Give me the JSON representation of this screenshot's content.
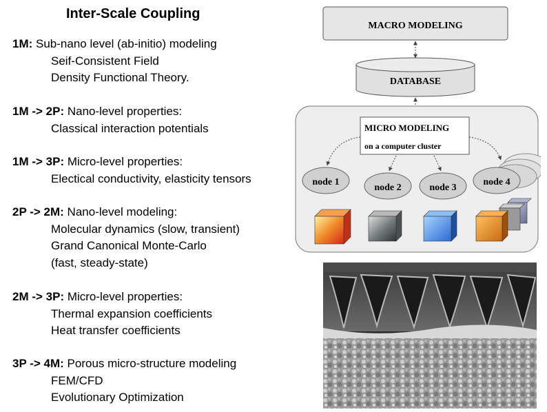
{
  "title": "Inter-Scale Coupling",
  "sections": [
    {
      "key": "1M:",
      "text": " Sub-nano level (ab-initio) modeling",
      "items": [
        "Seif-Consistent Field",
        "Density Functional Theory."
      ]
    },
    {
      "key": "1M -> 2P:",
      "text": " Nano-level properties:",
      "items": [
        "Classical interaction potentials"
      ]
    },
    {
      "key": "1M -> 3P:",
      "text": " Micro-level properties:",
      "items": [
        "Electical conductivity, elasticity tensors"
      ]
    },
    {
      "key": "2P -> 2M:",
      "text": " Nano-level modeling:",
      "items": [
        "Molecular dynamics (slow, transient)",
        "Grand Canonical Monte-Carlo",
        "(fast, steady-state)"
      ]
    },
    {
      "key": "2M -> 3P:",
      "text": " Micro-level properties:",
      "items": [
        "Thermal expansion coefficients",
        "Heat transfer coefficients"
      ]
    },
    {
      "key": "3P -> 4M:",
      "text": " Porous micro-structure modeling",
      "items": [
        "FEM/CFD",
        "Evolutionary Optimization"
      ]
    }
  ],
  "diagram": {
    "macro": "MACRO MODELING",
    "database": "DATABASE",
    "micro_line1": "MICRO MODELING",
    "micro_line2": "on a computer cluster",
    "nodes": [
      "node 1",
      "node 2",
      "node 3",
      "node 4"
    ]
  },
  "colors": {
    "box_fill": "#e6e6e6",
    "cluster_fill": "#eeeeee",
    "node_fill": "#d0d0d0"
  }
}
